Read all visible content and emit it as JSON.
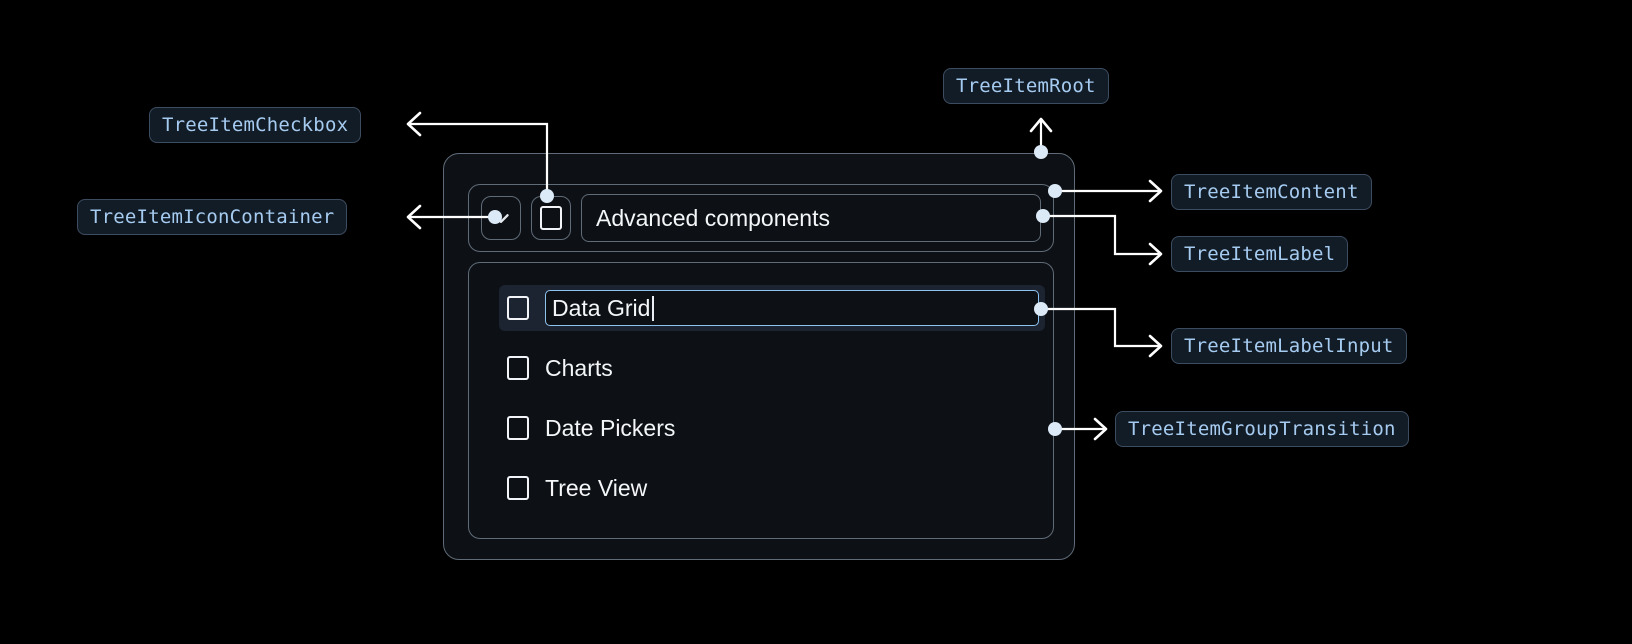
{
  "theme": {
    "background": "#000000",
    "panel_bg": "#0d1116",
    "panel_border": "#5f6b77",
    "chip_bg": "#121c27",
    "chip_border": "#3d4d61",
    "chip_text": "#a6cbf0",
    "text": "#f4f6f8",
    "selected_row_bg": "#1b2430",
    "focus_border": "#8fc3ef",
    "connector": "#ffffff",
    "dot": "#dce9f7"
  },
  "annotations": [
    {
      "id": "tree-item-checkbox",
      "label": "TreeItemCheckbox"
    },
    {
      "id": "tree-item-icon-container",
      "label": "TreeItemIconContainer"
    },
    {
      "id": "tree-item-root",
      "label": "TreeItemRoot"
    },
    {
      "id": "tree-item-content",
      "label": "TreeItemContent"
    },
    {
      "id": "tree-item-label",
      "label": "TreeItemLabel"
    },
    {
      "id": "tree-item-label-input",
      "label": "TreeItemLabelInput"
    },
    {
      "id": "tree-item-group-transition",
      "label": "TreeItemGroupTransition"
    }
  ],
  "component": {
    "header": {
      "expand_icon": "chevron-down-icon",
      "checkbox_state": "unchecked",
      "label": "Advanced components"
    },
    "children": [
      {
        "label": "Data Grid",
        "checkbox_state": "unchecked",
        "editing": true,
        "selected": true,
        "caret": true
      },
      {
        "label": "Charts",
        "checkbox_state": "unchecked",
        "editing": false,
        "selected": false,
        "caret": false
      },
      {
        "label": "Date Pickers",
        "checkbox_state": "unchecked",
        "editing": false,
        "selected": false,
        "caret": false
      },
      {
        "label": "Tree View",
        "checkbox_state": "unchecked",
        "editing": false,
        "selected": false,
        "caret": false
      }
    ]
  }
}
